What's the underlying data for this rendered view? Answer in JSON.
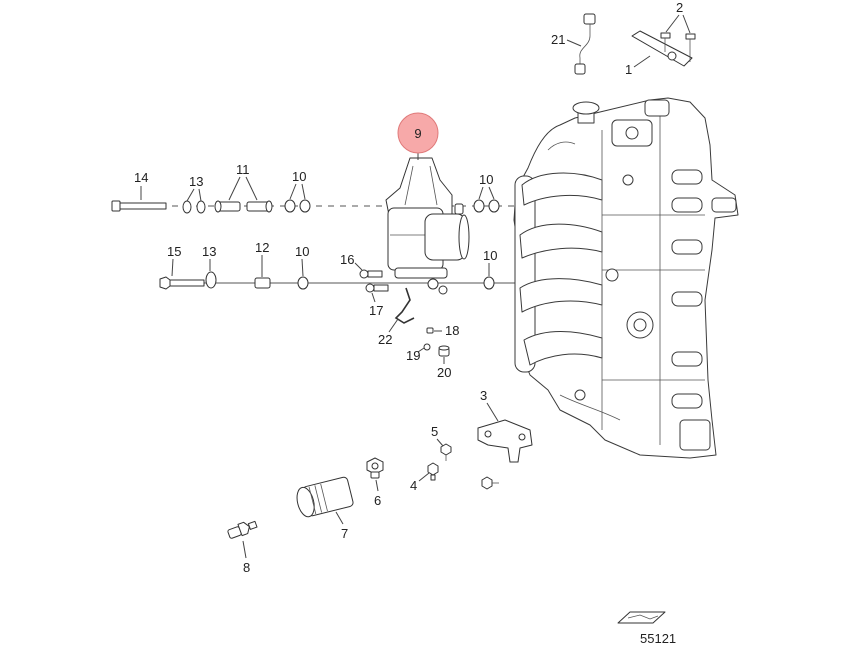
{
  "figure_number": "55121",
  "highlighted_callout": "9",
  "highlight_color": "#f7a9a9",
  "highlight_border_color": "#e07a7a",
  "callouts": [
    "21",
    "2",
    "1",
    "14",
    "13",
    "11",
    "10",
    "10",
    "15",
    "13",
    "12",
    "10",
    "16",
    "10",
    "17",
    "18",
    "22",
    "19",
    "20",
    "3",
    "5",
    "4",
    "6",
    "7",
    "8"
  ]
}
